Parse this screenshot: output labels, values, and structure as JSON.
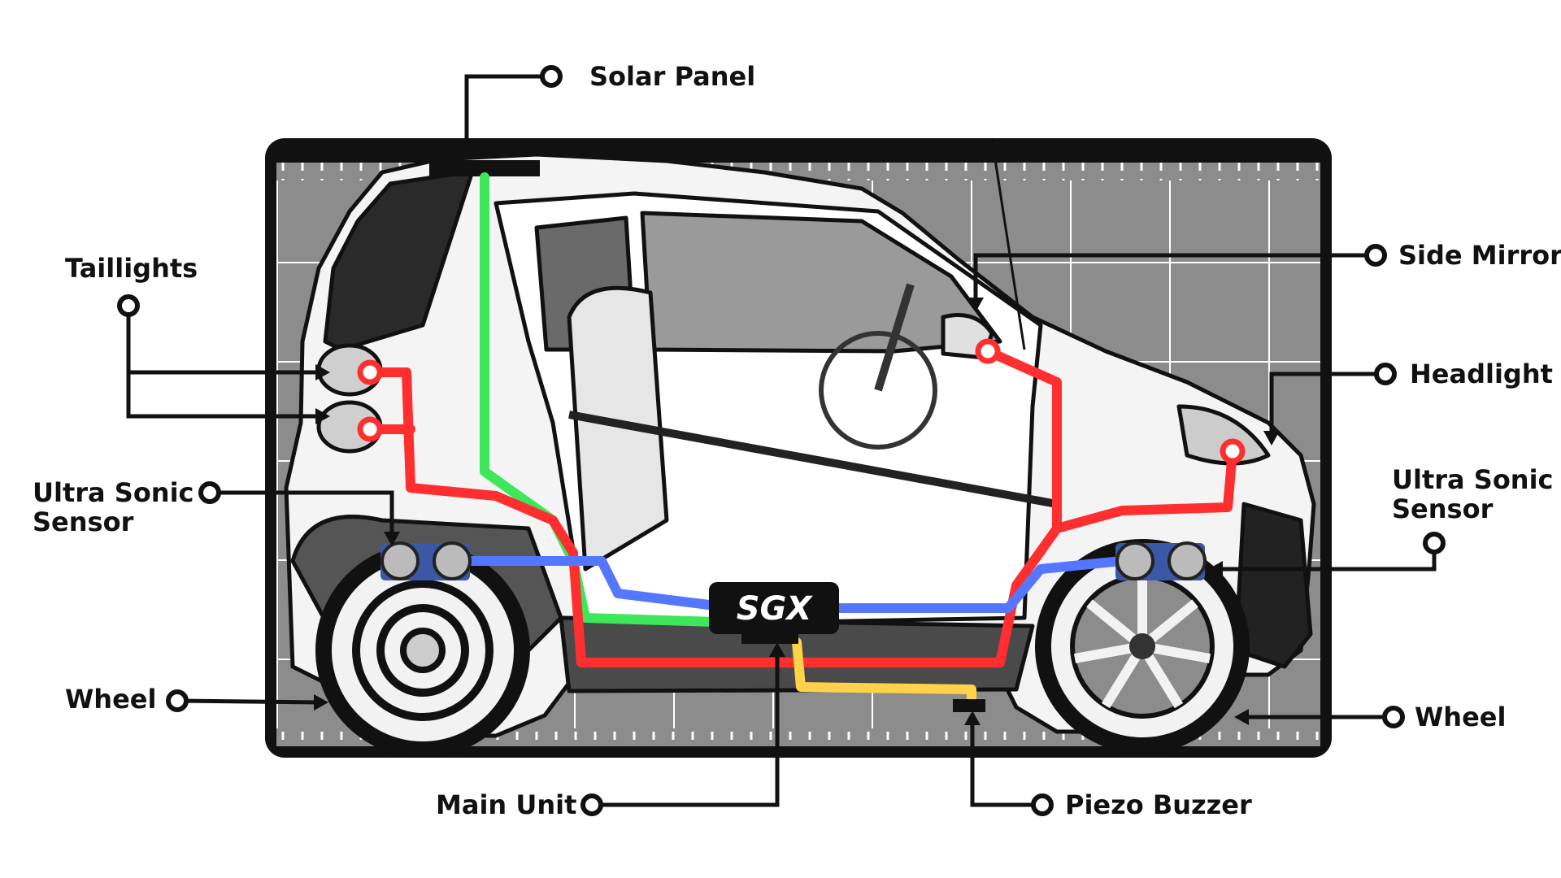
{
  "diagram": {
    "labels": {
      "solar_panel": "Solar Panel",
      "taillights": "Taillights",
      "ultrasonic_rear_line1": "Ultra Sonic",
      "ultrasonic_rear_line2": "Sensor",
      "wheel_rear": "Wheel",
      "main_unit": "Main Unit",
      "piezo_buzzer": "Piezo Buzzer",
      "side_mirror": "Side Mirror",
      "headlight": "Headlight",
      "ultrasonic_front_line1": "Ultra Sonic",
      "ultrasonic_front_line2": "Sensor",
      "wheel_front": "Wheel"
    },
    "main_unit_logo": "SGX",
    "colors": {
      "power_wire": "#ff2f2f",
      "solar_wire": "#3ee65a",
      "sensor_wire": "#5577ff",
      "buzzer_wire": "#ffd24a",
      "grid_bg": "#8c8c8c",
      "frame": "#111111"
    }
  }
}
